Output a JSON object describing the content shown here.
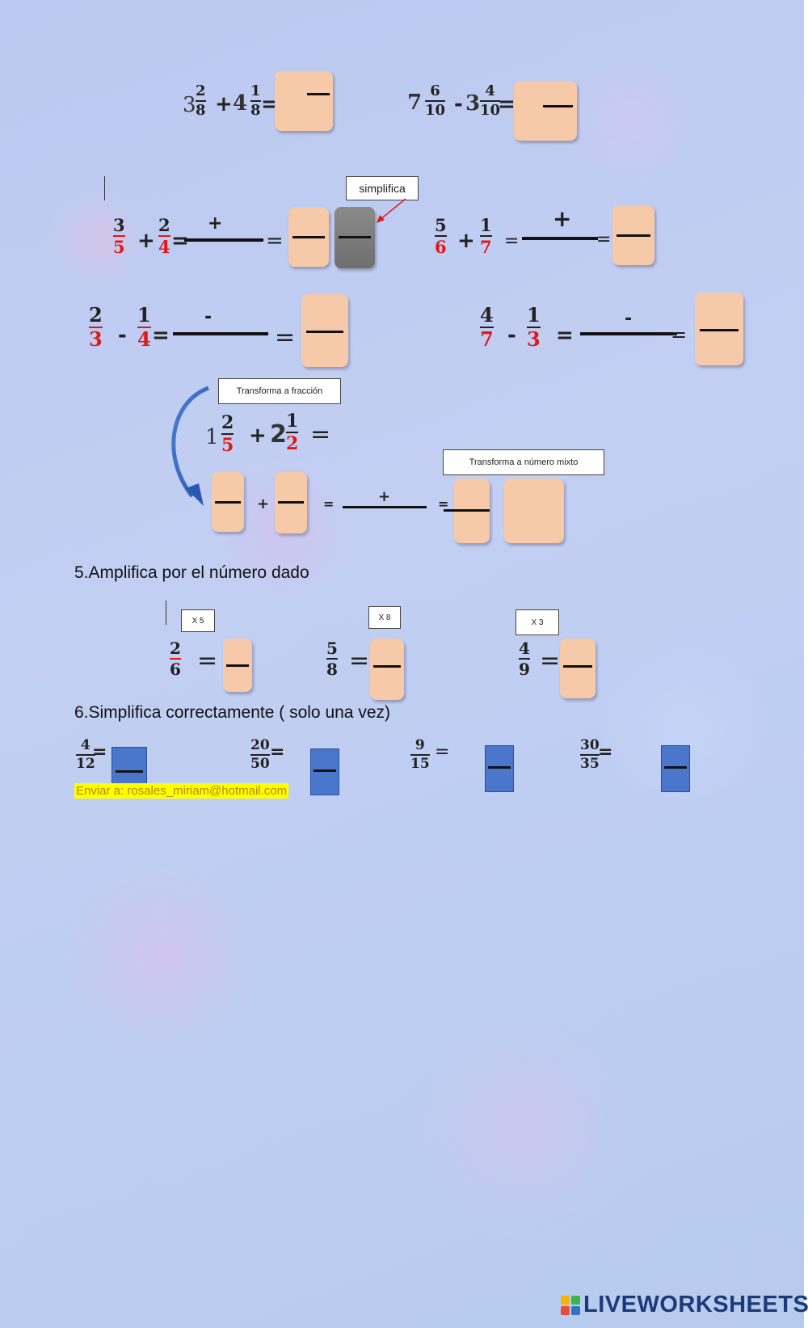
{
  "exercise_row1": {
    "eq1": {
      "whole1": "3",
      "num1": "2",
      "den1": "8",
      "op": "+",
      "whole2": "4",
      "num2": "1",
      "den2": "8",
      "eq": "="
    },
    "eq2": {
      "whole1": "7",
      "num1": "6",
      "den1": "10",
      "op": "-",
      "whole2": "3",
      "num2": "4",
      "den2": "10",
      "eq": "="
    }
  },
  "exercise_row2": {
    "simplify_label": "simplifica",
    "eq1": {
      "num1": "3",
      "den1": "5",
      "op": "+",
      "num2": "2",
      "den2": "4",
      "eq": "=",
      "mid_op": "+",
      "eq2": "="
    },
    "eq2": {
      "num1": "5",
      "den1": "6",
      "op": "+",
      "num2": "1",
      "den2": "7",
      "eq": "=",
      "mid_op": "+",
      "eq2": "="
    }
  },
  "exercise_row3": {
    "eq1": {
      "num1": "2",
      "den1": "3",
      "op": "-",
      "num2": "1",
      "den2": "4",
      "eq": "=",
      "mid_op": "-",
      "eq2": "="
    },
    "eq2": {
      "num1": "4",
      "den1": "7",
      "op": "-",
      "num2": "1",
      "den2": "3",
      "eq": "=",
      "mid_op": "-",
      "eq2": "="
    }
  },
  "mixed_exercise": {
    "label_fraction": "Transforma a fracción",
    "label_mixed": "Transforma a número mixto",
    "whole1": "1",
    "num1": "2",
    "den1": "5",
    "op": "+",
    "whole2": "2",
    "num2": "1",
    "den2": "2",
    "eq": "=",
    "row_op": "+",
    "row_eq1": "=",
    "row_mid_op": "+",
    "row_eq2": "="
  },
  "section5": {
    "heading": "5.Amplifica  por el número dado",
    "items": [
      {
        "factor": "X 5",
        "num": "2",
        "den": "6",
        "eq": "="
      },
      {
        "factor": "X 8",
        "num": "5",
        "den": "8",
        "eq": "="
      },
      {
        "factor": "X 3",
        "num": "4",
        "den": "9",
        "eq": "="
      }
    ]
  },
  "section6": {
    "heading": "6.Simplifica correctamente ( solo una vez)",
    "items": [
      {
        "num": "4",
        "den": "12",
        "eq": "="
      },
      {
        "num": "20",
        "den": "50",
        "eq": "="
      },
      {
        "num": "9",
        "den": "15",
        "eq": "="
      },
      {
        "num": "30",
        "den": "35",
        "eq": "="
      }
    ]
  },
  "footer": {
    "email_line": "Enviar a:  rosales_miriam@hotmail.com",
    "brand": "LIVEWORKSHEETS",
    "logo_colors": [
      "#f2b705",
      "#3bb54a",
      "#e94e3c",
      "#2f74c0"
    ]
  },
  "colors": {
    "answer_box": "#f6c9a8",
    "answer_box_blue": "#4a76cc",
    "denominator_red": "#e01818"
  }
}
